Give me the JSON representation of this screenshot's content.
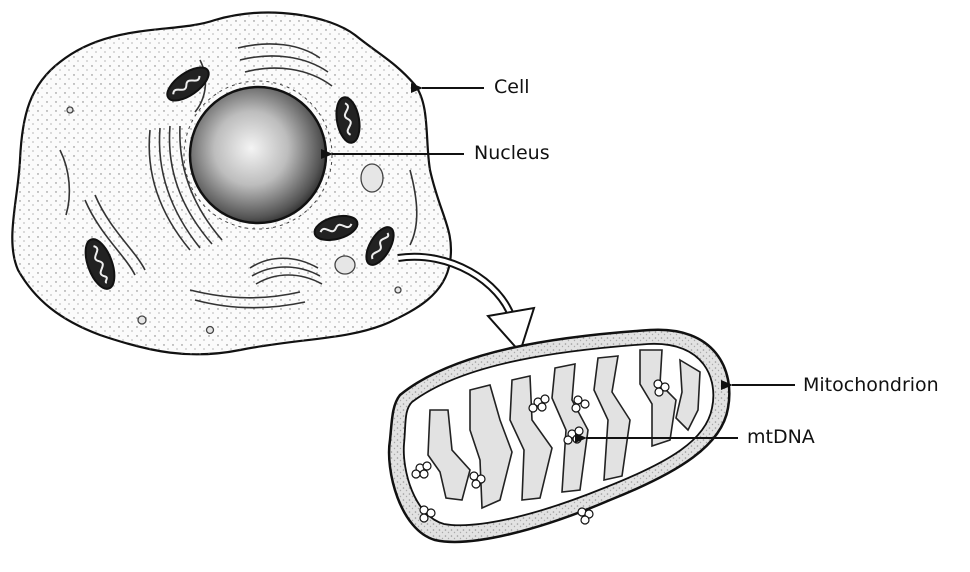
{
  "diagram": {
    "labels": {
      "cell": "Cell",
      "nucleus": "Nucleus",
      "mitochondrion": "Mitochondrion",
      "mtdna": "mtDNA"
    }
  }
}
